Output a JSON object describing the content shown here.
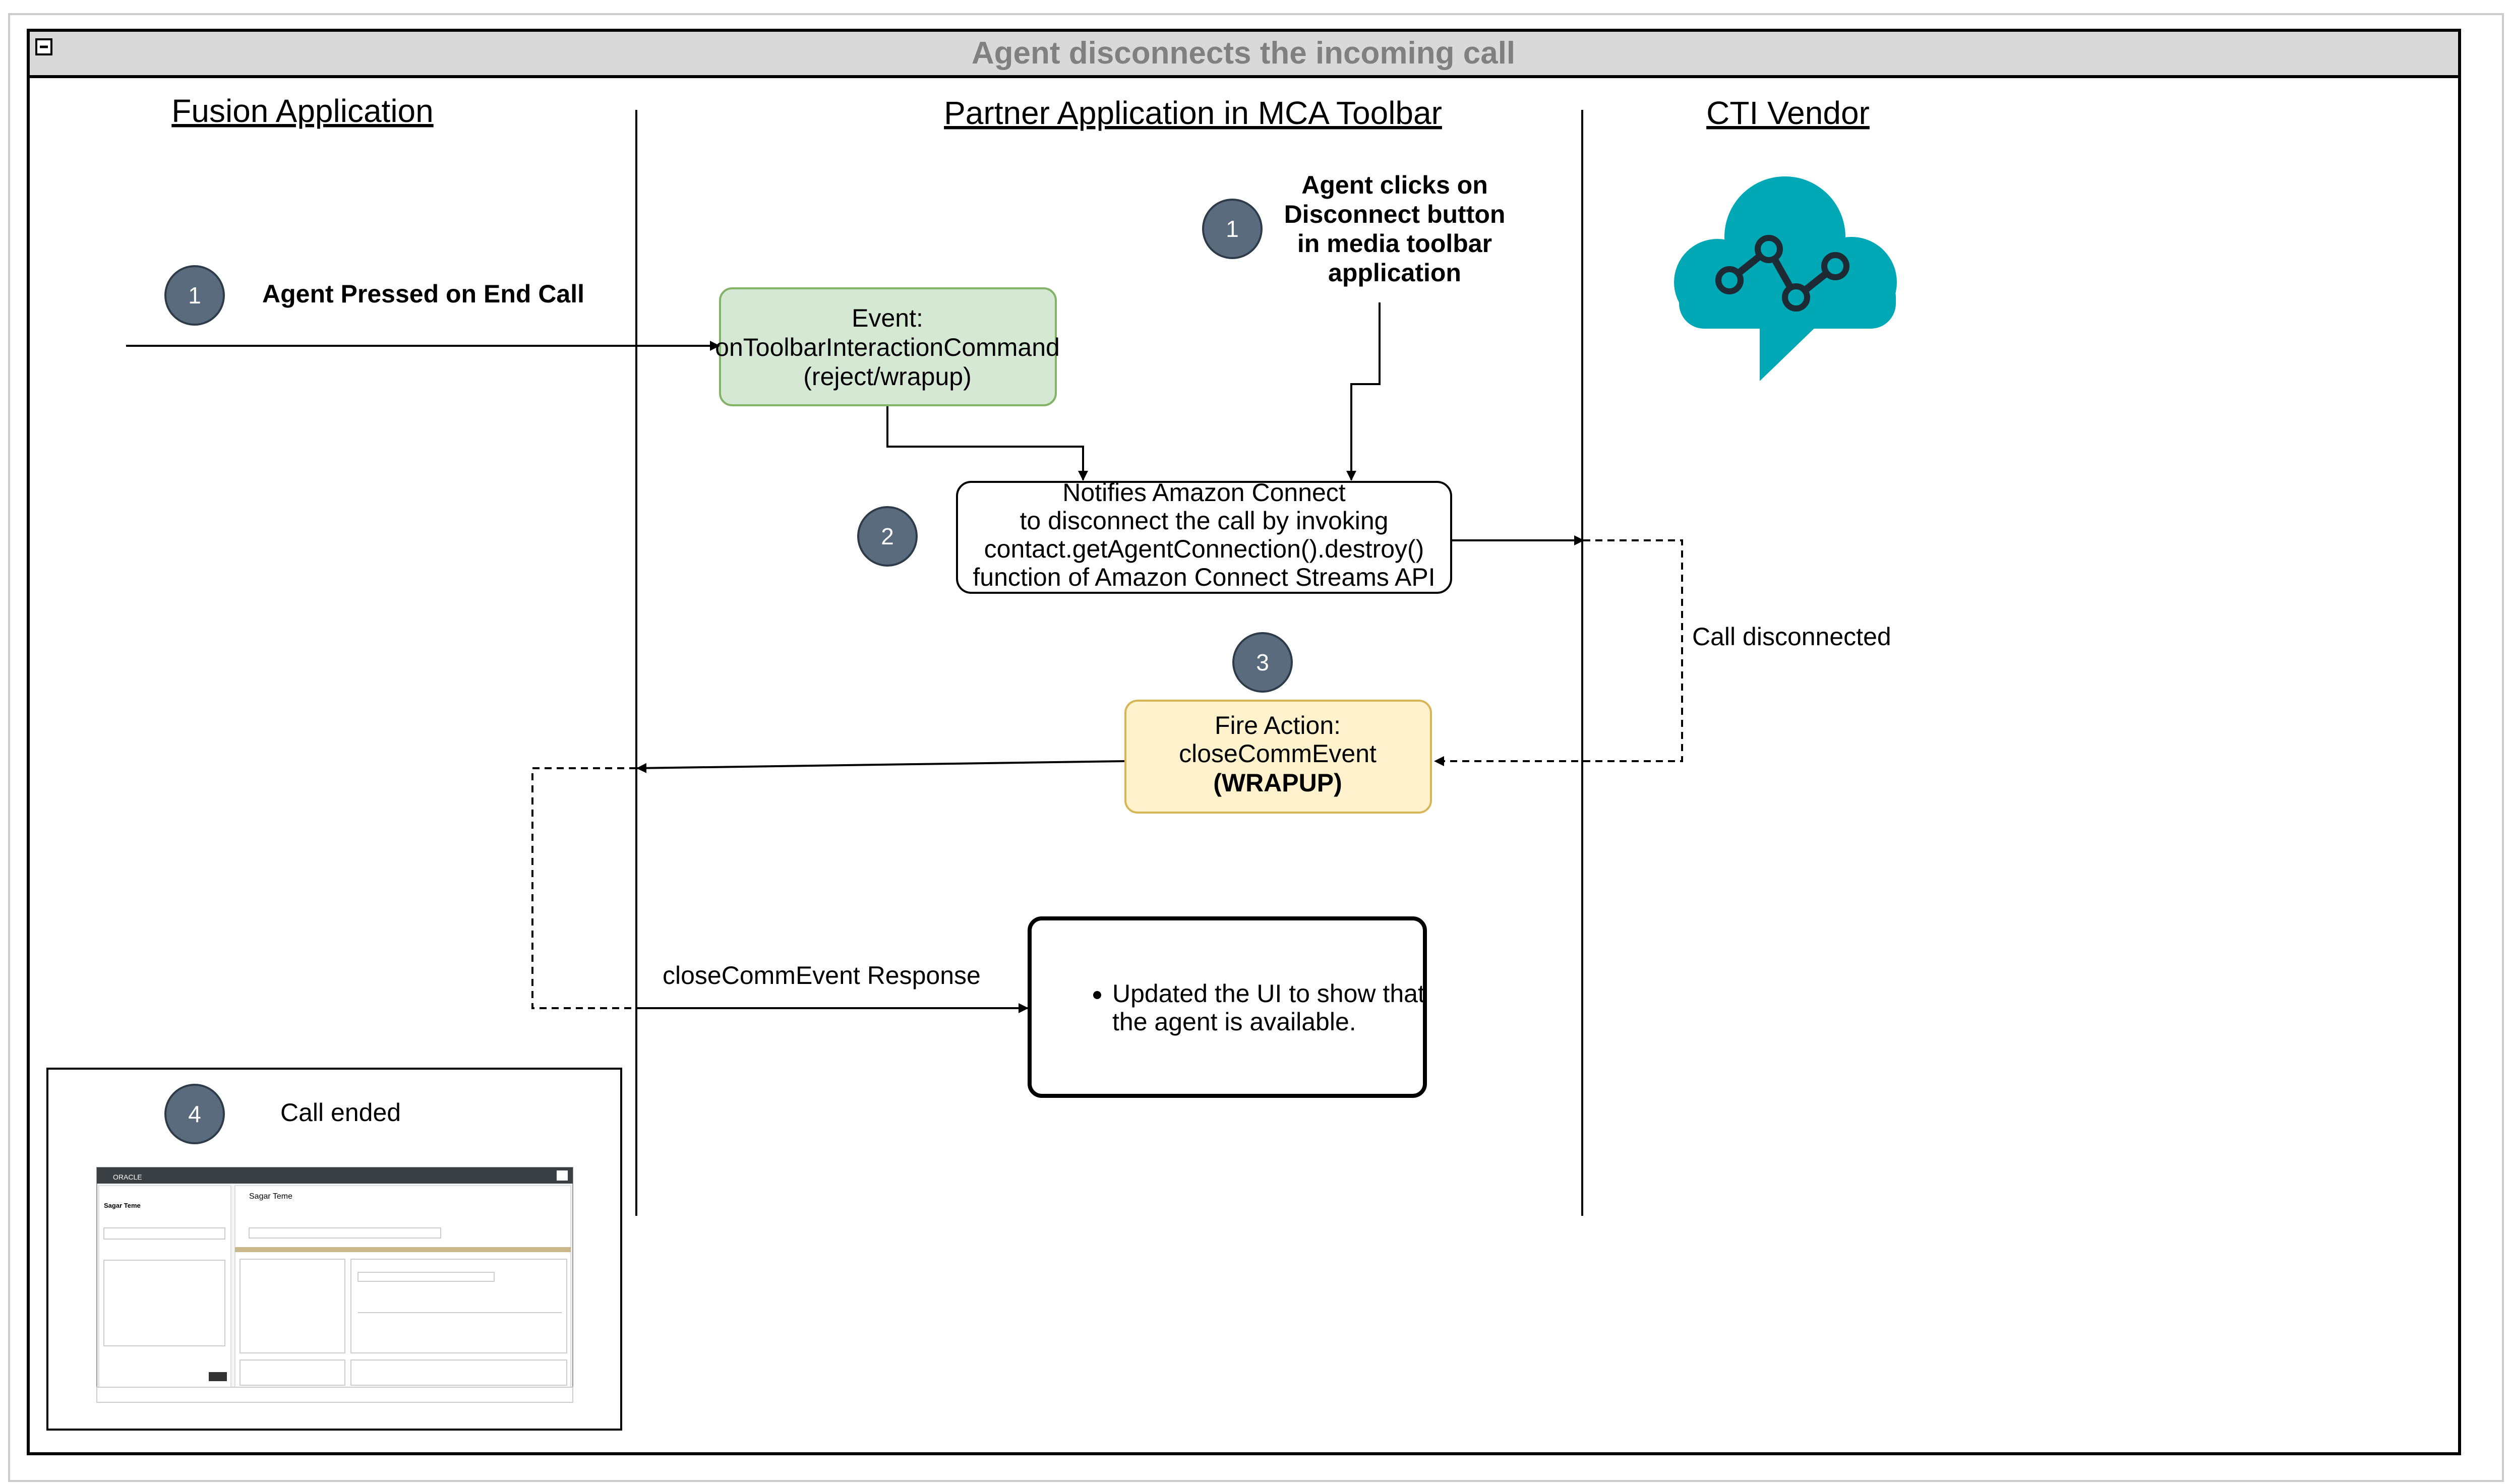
{
  "title": "Agent disconnects the incoming call",
  "collapse_icon": "minus-icon",
  "lanes": {
    "fusion": "Fusion Application",
    "partner": "Partner Application in MCA Toolbar",
    "cti": "CTI Vendor"
  },
  "steps": {
    "fusion_1": {
      "number": "1",
      "label": "Agent Pressed on End Call"
    },
    "partner_1": {
      "number": "1",
      "lines": [
        "Agent clicks on",
        "Disconnect button",
        "in media toolbar",
        "application"
      ]
    },
    "step_2": {
      "number": "2"
    },
    "step_3": {
      "number": "3"
    },
    "step_4": {
      "number": "4",
      "label": "Call ended"
    }
  },
  "boxes": {
    "event": {
      "lines": [
        "Event:",
        "onToolbarInteractionCommand",
        "(reject/wrapup)"
      ],
      "fill": "#d5e8d4",
      "stroke": "#82b366"
    },
    "notify": {
      "lines": [
        "Notifies Amazon Connect",
        "to disconnect the call by invoking",
        "contact.getAgentConnection().destroy()",
        "function of Amazon Connect Streams API"
      ]
    },
    "fire": {
      "lines": [
        "Fire Action:",
        "closeCommEvent",
        "(WRAPUP)"
      ],
      "fill": "#fff2cc",
      "stroke": "#d6b656"
    },
    "updated": {
      "lines": [
        "Updated the UI to show that",
        "the agent is available."
      ]
    }
  },
  "edge_labels": {
    "call_disconnected": "Call disconnected",
    "response": "closeCommEvent Response"
  },
  "icons": {
    "cloud": "cloud-network-icon",
    "screenshot": "fusion-screenshot-thumbnail"
  },
  "thumbnail": {
    "brand": "ORACLE",
    "contact_name": "Sagar Teme"
  },
  "colors": {
    "step_circle": "#5a6b7d",
    "cloud": "#00a8b5",
    "header_bg": "#d9d9d9",
    "header_text": "#808080"
  }
}
